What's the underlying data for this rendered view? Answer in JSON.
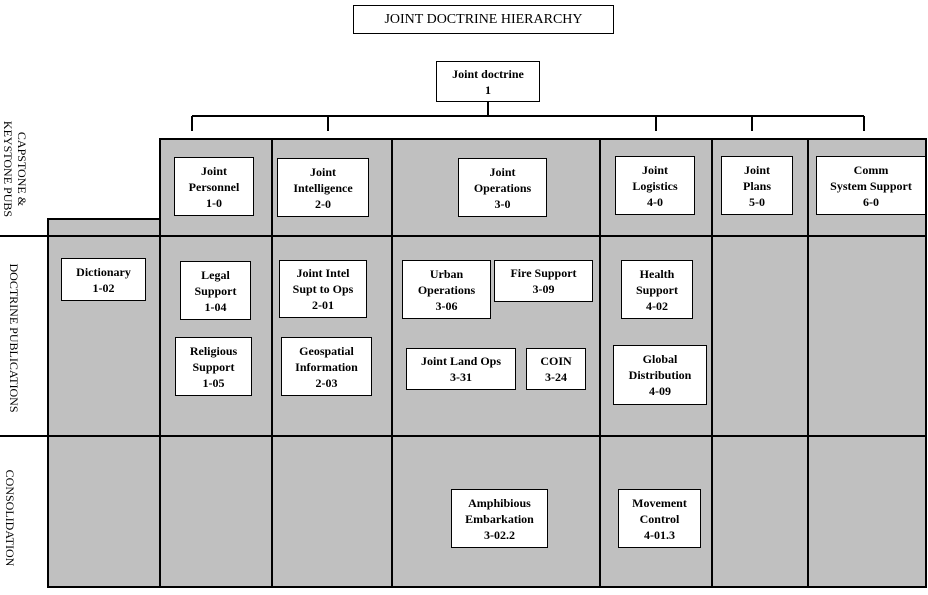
{
  "title": "JOINT DOCTRINE HIERARCHY",
  "root": {
    "name": "Joint doctrine",
    "number": "1"
  },
  "row_labels": {
    "capstone": [
      "CAPSTONE &",
      "KEYSTONE PUBS"
    ],
    "doctrine": "DOCTRINE PUBLICATIONS",
    "consolidation": "CONSOLIDATION"
  },
  "keystone": [
    {
      "lines": [
        "Joint",
        "Personnel"
      ],
      "number": "1-0"
    },
    {
      "lines": [
        "Joint",
        "Intelligence"
      ],
      "number": "2-0"
    },
    {
      "lines": [
        "Joint",
        "Operations"
      ],
      "number": "3-0"
    },
    {
      "lines": [
        "Joint",
        "Logistics"
      ],
      "number": "4-0"
    },
    {
      "lines": [
        "Joint",
        "Plans"
      ],
      "number": "5-0"
    },
    {
      "lines": [
        "Comm",
        "System Support"
      ],
      "number": "6-0"
    }
  ],
  "doctrine_pubs": [
    {
      "lines": [
        "Dictionary"
      ],
      "number": "1-02"
    },
    {
      "lines": [
        "Legal",
        "Support"
      ],
      "number": "1-04"
    },
    {
      "lines": [
        "Religious",
        "Support"
      ],
      "number": "1-05"
    },
    {
      "lines": [
        "Joint Intel",
        "Supt to Ops"
      ],
      "number": "2-01"
    },
    {
      "lines": [
        "Geospatial",
        "Information"
      ],
      "number": "2-03"
    },
    {
      "lines": [
        "Urban",
        "Operations"
      ],
      "number": "3-06"
    },
    {
      "lines": [
        "Fire Support"
      ],
      "number": "3-09"
    },
    {
      "lines": [
        "Joint Land Ops"
      ],
      "number": "3-31"
    },
    {
      "lines": [
        "COIN"
      ],
      "number": "3-24"
    },
    {
      "lines": [
        "Health",
        "Support"
      ],
      "number": "4-02"
    },
    {
      "lines": [
        "Global",
        "Distribution"
      ],
      "number": "4-09"
    }
  ],
  "consolidation": [
    {
      "lines": [
        "Amphibious",
        "Embarkation"
      ],
      "number": "3-02.2"
    },
    {
      "lines": [
        "Movement",
        "Control"
      ],
      "number": "4-01.3"
    }
  ]
}
